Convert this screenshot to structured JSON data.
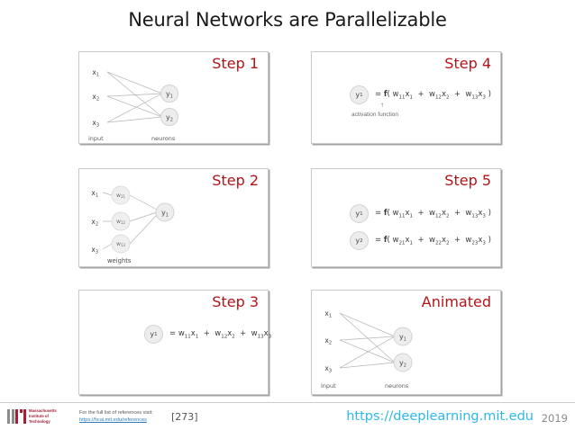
{
  "slide": {
    "title": "Neural Networks are Parallelizable",
    "accent_red": "#b01518",
    "link_cyan": "#2eb8e6",
    "panel_border": "#c9c9c9"
  },
  "panels": [
    {
      "id": "step1",
      "label": "Step 1",
      "type": "network",
      "inputs": [
        "x1",
        "x2",
        "x3"
      ],
      "neurons": [
        "y1",
        "y2"
      ],
      "input_caption": "input",
      "neuron_caption": "neurons"
    },
    {
      "id": "step4",
      "label": "Step 4",
      "type": "formula",
      "node": "y1",
      "equation": "= f( w11x1 + w12x2 + w13x3 )",
      "annotation": "activation function"
    },
    {
      "id": "step2",
      "label": "Step 2",
      "type": "weights",
      "inputs": [
        "x1",
        "x2",
        "x3"
      ],
      "weights": [
        "w11",
        "w12",
        "w13"
      ],
      "neurons": [
        "y1"
      ],
      "weights_caption": "weights"
    },
    {
      "id": "step5",
      "label": "Step 5",
      "type": "formula2",
      "rows": [
        {
          "node": "y1",
          "equation": "= f( w11x1 + w12x2 + w13x3 )"
        },
        {
          "node": "y2",
          "equation": "= f( w21x1 + w22x2 + w23x3 )"
        }
      ]
    },
    {
      "id": "step3",
      "label": "Step 3",
      "type": "formula",
      "node": "y1",
      "equation": "= w11x1 + w12x2 + w13x3"
    },
    {
      "id": "animated",
      "label": "Animated",
      "type": "network",
      "inputs": [
        "x1",
        "x2",
        "x3"
      ],
      "neurons": [
        "y1",
        "y2"
      ],
      "input_caption": "input",
      "neuron_caption": "neurons"
    }
  ],
  "footer": {
    "logo_line1": "Massachusetts",
    "logo_line2": "Institute of",
    "logo_line3": "Technology",
    "reference_text": "For the full list of references visit:",
    "reference_url": "https://hcai.mit.edu/references",
    "reference_number": "[273]",
    "site_url": "https://deeplearning.mit.edu",
    "year": "2019"
  }
}
